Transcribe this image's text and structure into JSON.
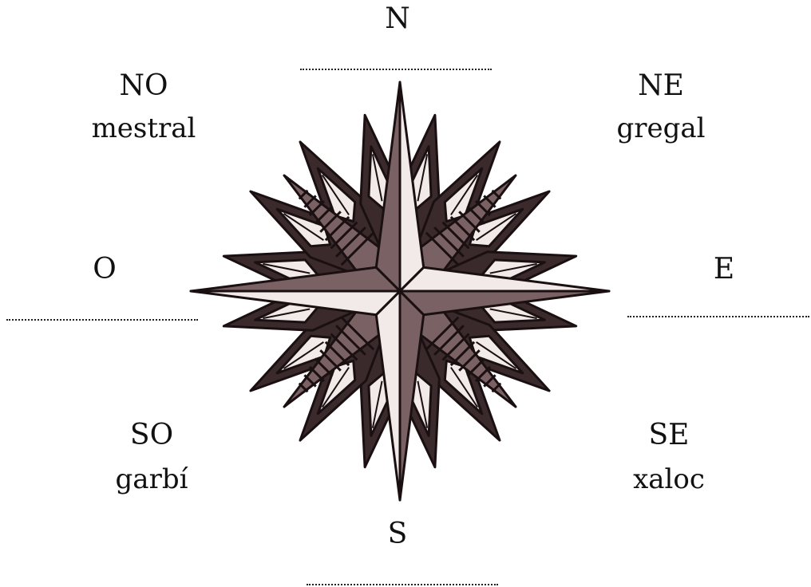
{
  "directions": {
    "n": "N",
    "ne": "NE",
    "e": "E",
    "se": "SE",
    "s": "S",
    "so": "SO",
    "o": "O",
    "no": "NO"
  },
  "winds": {
    "ne": "gregal",
    "se": "xaloc",
    "so": "garbí",
    "no": "mestral"
  },
  "colors": {
    "dark": "#3b2a2c",
    "mid": "#7a6163",
    "light": "#f2e9e9",
    "outline": "#1a1012"
  }
}
